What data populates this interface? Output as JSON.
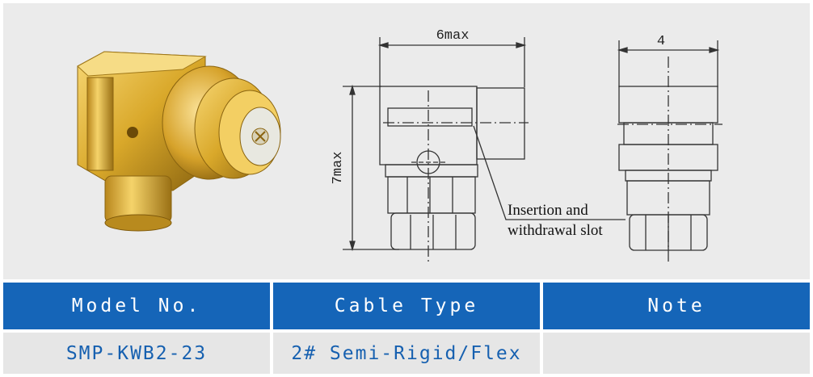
{
  "drawing": {
    "dim_width": "6max",
    "dim_depth": "4",
    "dim_height": "7max",
    "callout_line1": "Insertion and",
    "callout_line2": "withdrawal slot"
  },
  "table": {
    "headers": [
      "Model No.",
      "Cable Type",
      "Note"
    ],
    "row": [
      "SMP-KWB2-23",
      "2# Semi-Rigid/Flex",
      ""
    ]
  },
  "colors": {
    "header_bg": "#1565b8",
    "header_text": "#ffffff",
    "row_bg": "#e6e6e6",
    "row_text": "#1660b0",
    "panel_bg": "#ebebeb",
    "gold": "#d9a82a"
  }
}
